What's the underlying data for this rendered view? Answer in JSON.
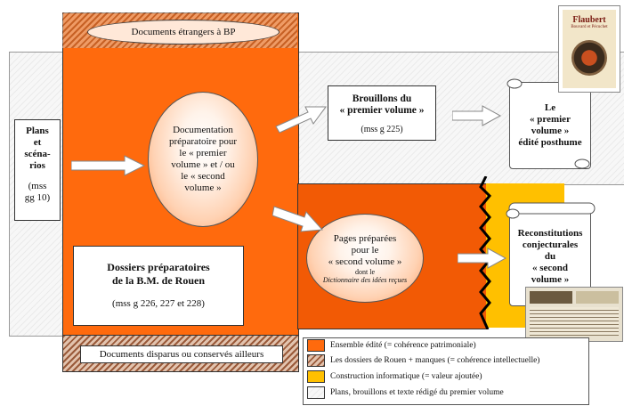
{
  "top_label": "Documents étrangers à BP",
  "bottom_label": "Documents disparus ou conservés ailleurs",
  "plans": {
    "title": "Plans\net\nscéna-\nrios",
    "ref": "(mss\ngg 10)"
  },
  "center_ellipse": "Documentation\npréparatoire pour\nle « premier\nvolume » et / ou\nle « second\nvolume »",
  "dossiers": {
    "title": "Dossiers préparatoires\nde la B.M. de Rouen",
    "ref": "(mss g 226, 227 et 228)"
  },
  "brouillons": {
    "title": "Brouillons du\n« premier volume »",
    "ref": "(mss g 225)"
  },
  "pages": {
    "title": "Pages préparées\npour le\n« second volume »",
    "sub1": "dont le",
    "sub2": "Dictionnaire des idées reçues"
  },
  "premier_scroll": "Le\n« premier\nvolume »\nédité posthume",
  "second_scroll": "Reconstitutions\nconjecturales\ndu\n« second\nvolume »",
  "book_cover": {
    "line1": "Flaubert",
    "line2": "Bouvard et Pécuchet"
  },
  "legend": [
    {
      "text": "Ensemble édité (= cohérence patrimoniale)",
      "color": "#ff6a0d"
    },
    {
      "text": "Les dossiers de Rouen + manques (= cohérence intellectuelle)",
      "color": "#c8a184"
    },
    {
      "text": "Construction informatique (= valeur ajoutée)",
      "color": "#ffc000"
    },
    {
      "text": "Plans, brouillons et texte rédigé du premier volume",
      "color": "#eeeeee"
    }
  ]
}
